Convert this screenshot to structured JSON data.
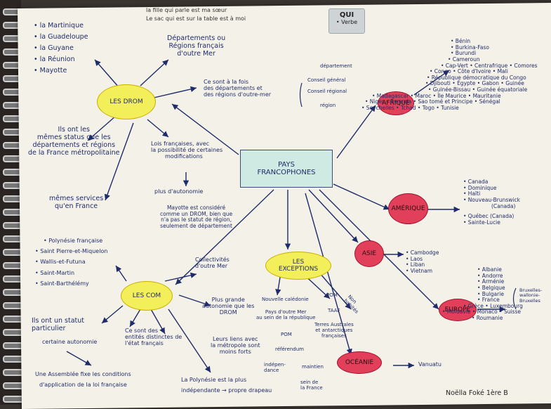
{
  "header": {
    "line1": "la fille qui parle est ma sœur",
    "line2": "Le sac qui est sur la table est à moi",
    "note_title": "QUI",
    "note_sub": "• Verbe"
  },
  "center": {
    "line1": "PAYS",
    "line2": "FRANCOPHONES"
  },
  "drom": {
    "label": "LES DROM",
    "list": [
      "• la Martinique",
      "• la Guadeloupe",
      "• la Guyane",
      "• la Réunion",
      "• Mayotte"
    ],
    "definition": [
      "Départements ou",
      "Régions français",
      "d'outre Mer"
    ],
    "both": [
      "Ce sont à la fois",
      "des départements et",
      "des régions d'outre-mer"
    ],
    "bracket": [
      "département",
      "Conseil général",
      "Conseil régional",
      "région"
    ],
    "status": [
      "Ils ont les",
      "mêmes status que les",
      "départements et régions",
      "de la France métropolitaine"
    ],
    "services": [
      "mêmes services",
      "qu'en France"
    ],
    "laws": [
      "Lois françaises, avec",
      "la possibilité de certaines",
      "modifications"
    ],
    "autonomy": "plus d'autonomie",
    "mayotte": [
      "Mayotte est considéré",
      "comme un DROM, bien que",
      "n'a pas le statut de région,",
      "seulement de département"
    ]
  },
  "com": {
    "label": "LES COM",
    "list": [
      "• Polynésie française",
      "• Saint Pierre-et-Miquelon",
      "• Wallis-et-Futuna",
      "• Saint-Martin",
      "• Saint-Barthélémy"
    ],
    "collectivites": [
      "Collectivités",
      "d'outre Mer"
    ],
    "autonomy": [
      "Plus grande",
      "autonomie que les",
      "DROM"
    ],
    "statut": [
      "Ils ont un statut",
      "particulier",
      "certaine autonomie"
    ],
    "entites": [
      "Ce sont des",
      "entités distinctes de",
      "l'état français"
    ],
    "liens": [
      "Leurs liens avec",
      "la métropole sont",
      "moins forts"
    ],
    "assemblee": [
      "Une Assemblée fixe les conditions",
      "d'application de la loi française"
    ],
    "polynesie": [
      "La Polynésie est la plus",
      "indépendante → propre drapeau"
    ]
  },
  "exceptions": {
    "label": [
      "LES",
      "EXCEPTIONS"
    ],
    "caledonie": "Nouvelle calédonie",
    "pays": [
      "Pays d'outre Mer",
      "au sein de la république"
    ],
    "pom": "POM",
    "taaf": "TAAF",
    "terres": [
      "Terres Australes",
      "et antarctiques",
      "françaises"
    ],
    "pom2": "POM",
    "referendum": "référendum",
    "maintien": [
      "indépen-",
      "dance"
    ],
    "maintien2": "maintien",
    "sein": [
      "sein de",
      "la France"
    ],
    "habites": [
      "Non",
      "habités"
    ]
  },
  "afrique": {
    "label": "AFRIQUE",
    "list": [
      "• Bénin",
      "• Burkina-Faso",
      "• Burundi",
      "• Cameroun",
      "• Cap-Vert • Centrafrique • Comores",
      "• Congo • Côte d'Ivoire • Mali",
      "• République démocratique du Congo",
      "• Djibouti • Égypte • Gabon • Guinée",
      "• Guinée-Bissau • Guinée équatoriale",
      "• Madagascar • Maroc • Île Maurice • Mauritanie",
      "• Niger • Rwanda • Sao tomé et Principe • Sénégal",
      "• Seychelles • Tchad • Togo • Tunisie"
    ]
  },
  "amerique": {
    "label": "AMÉRIQUE",
    "list": [
      "• Canada",
      "• Dominique",
      "• Haïti",
      "• Nouveau-Brunswick",
      "(Canada)",
      "• Québec (Canada)",
      "• Sainte-Lucie"
    ]
  },
  "asie": {
    "label": "ASIE",
    "list": [
      "• Cambodge",
      "• Laos",
      "• Liban",
      "• Vietnam"
    ]
  },
  "europe": {
    "label": "EUROPE",
    "list": [
      "• Albanie",
      "• Andorre",
      "• Arménie",
      "• Belgique",
      "• Bulgarie",
      "• France",
      "• Grèce • Luxembourg",
      "• Moldavie • Monaco • Suisse",
      "• Roumanie"
    ],
    "belgique_note": [
      "Bruxelles-",
      "wallonie-",
      "Bruxelles"
    ]
  },
  "oceanie": {
    "label": "OCÉANIE",
    "list": [
      "Vanuatu"
    ]
  },
  "signature": "Noëlla Foké 1ère B"
}
